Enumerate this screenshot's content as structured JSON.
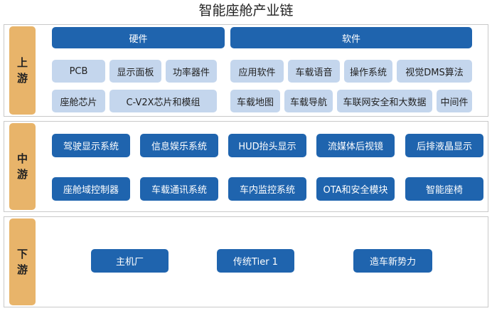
{
  "title": "智能座舱产业链",
  "stages": {
    "upstream": [
      "上",
      "游"
    ],
    "midstream": [
      "中",
      "游"
    ],
    "downstream": [
      "下",
      "游"
    ]
  },
  "upstream": {
    "hardware": {
      "label": "硬件",
      "items": [
        "PCB",
        "显示面板",
        "功率器件",
        "座舱芯片",
        "C-V2X芯片和模组"
      ]
    },
    "software": {
      "label": "软件",
      "items": [
        "应用软件",
        "车载语音",
        "操作系统",
        "视觉DMS算法",
        "车载地图",
        "车载导航",
        "车联网安全和大数据",
        "中间件"
      ]
    }
  },
  "midstream": {
    "items": [
      "驾驶显示系统",
      "信息娱乐系统",
      "HUD抬头显示",
      "流媒体后视镜",
      "后排液晶显示",
      "座舱域控制器",
      "车载通讯系统",
      "车内监控系统",
      "OTA和安全模块",
      "智能座椅"
    ]
  },
  "downstream": {
    "items": [
      "主机厂",
      "传统Tier 1",
      "造车新势力"
    ]
  },
  "colors": {
    "stage": "#e8b46a",
    "dark_box": "#1f64ae",
    "light_box": "#c4d6ed"
  }
}
